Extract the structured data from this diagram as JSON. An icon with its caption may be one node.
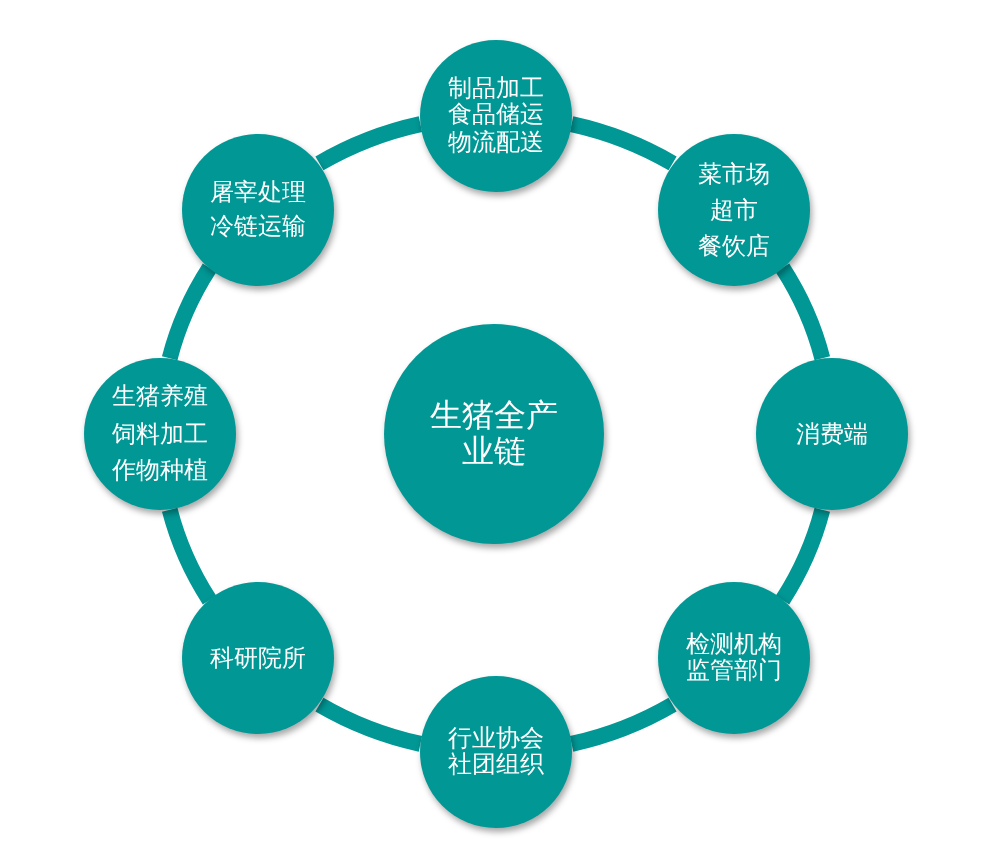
{
  "diagram": {
    "nodes": [
      {
        "text": [
          "生猪全产业链"
        ]
      },
      {
        "text": [
          "制品加工",
          "食品储运",
          "物流配送"
        ]
      },
      {
        "text": [
          "菜市场",
          "超市",
          "餐饮店"
        ]
      },
      {
        "text": [
          "消费端"
        ]
      },
      {
        "text": [
          "检测机构",
          "监管部门"
        ]
      },
      {
        "text": [
          "行业协会",
          "社团组织"
        ]
      },
      {
        "text": [
          "科研院所"
        ]
      },
      {
        "text": [
          "生猪养殖",
          "饲料加工",
          "作物种植"
        ]
      },
      {
        "text": [
          "屠宰处理",
          "冷链运输"
        ]
      }
    ],
    "edges": [
      {
        "from": 1,
        "to": 2,
        "arrow": "none"
      },
      {
        "from": 2,
        "to": 3,
        "arrow": "none"
      },
      {
        "from": 3,
        "to": 4,
        "arrow": "none"
      },
      {
        "from": 4,
        "to": 5,
        "arrow": "none"
      },
      {
        "from": 5,
        "to": 6,
        "arrow": "none"
      },
      {
        "from": 6,
        "to": 7,
        "arrow": "none"
      },
      {
        "from": 7,
        "to": 8,
        "arrow": "none"
      },
      {
        "from": 8,
        "to": 1,
        "arrow": "none"
      }
    ]
  }
}
